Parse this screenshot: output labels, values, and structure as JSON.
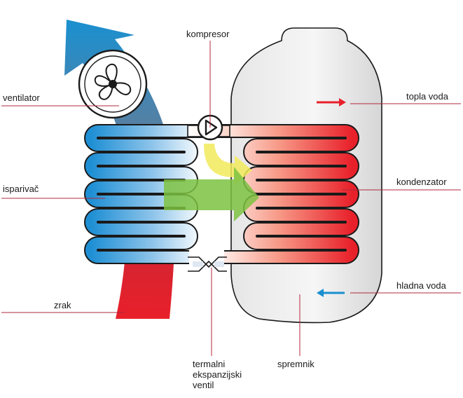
{
  "labels": {
    "ventilator": "ventilator",
    "kompresor": "kompresor",
    "topla_voda": "topla voda",
    "isparivac": "isparivač",
    "kondenzator": "kondenzator",
    "zrak": "zrak",
    "hladna_voda": "hladna voda",
    "termalni_ventil": "termalni\nekspanzijski\nventil",
    "spremnik": "spremnik"
  },
  "colors": {
    "leader_line": "#b0283c",
    "hot": "#e8202a",
    "cold": "#1a90d0",
    "tank_fill": "#e4e4e4",
    "outline": "#1a1a1a",
    "energy_green": "#7cc242",
    "energy_yellow": "#f2ea5a"
  }
}
